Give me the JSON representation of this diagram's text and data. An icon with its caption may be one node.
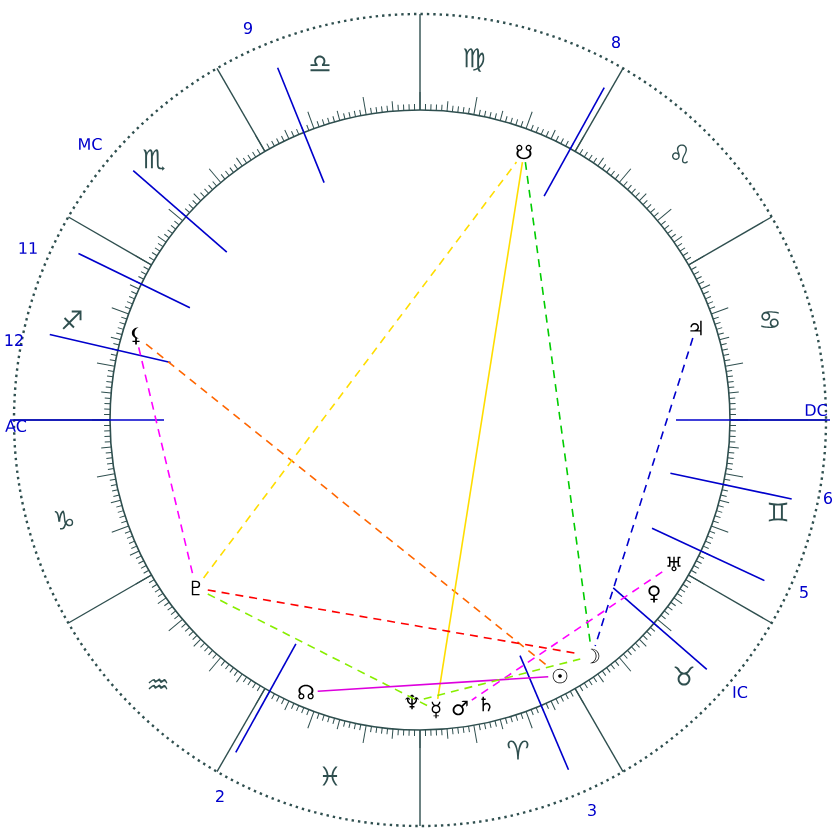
{
  "diagram": {
    "nodes": [
      {
        "text": [
          "☋"
        ]
      },
      {
        "text": [
          "⚸"
        ]
      },
      {
        "text": [
          "♃"
        ]
      },
      {
        "text": [
          "♅"
        ]
      },
      {
        "text": [
          "♀"
        ]
      },
      {
        "text": [
          "♇"
        ]
      },
      {
        "text": [
          "☽"
        ]
      },
      {
        "text": [
          "☉"
        ]
      },
      {
        "text": [
          "☊"
        ]
      },
      {
        "text": [
          "♆"
        ]
      },
      {
        "text": [
          "☿"
        ]
      },
      {
        "text": [
          "♂"
        ]
      },
      {
        "text": [
          "♄"
        ]
      }
    ],
    "edges": [
      {
        "from": 1,
        "to": 7,
        "arrow": "none",
        "style": "dashed",
        "color": "#ff6600"
      },
      {
        "from": 1,
        "to": 5,
        "arrow": "none",
        "style": "dashed",
        "color": "#ff00ff"
      },
      {
        "from": 5,
        "to": 0,
        "arrow": "none",
        "style": "dashed",
        "color": "#ffdd00"
      },
      {
        "from": 0,
        "to": 10,
        "arrow": "none",
        "color": "#ffdd00"
      },
      {
        "from": 0,
        "to": 6,
        "arrow": "none",
        "style": "dashed",
        "color": "#00cc00"
      },
      {
        "from": 2,
        "to": 6,
        "arrow": "none",
        "style": "dashed",
        "color": "#0000cc"
      },
      {
        "from": 5,
        "to": 6,
        "arrow": "none",
        "style": "dashed",
        "color": "#ff0000"
      },
      {
        "from": 5,
        "to": 10,
        "arrow": "none",
        "style": "dashed",
        "color": "#88ee00"
      },
      {
        "from": 8,
        "to": 7,
        "arrow": "none",
        "color": "#dd00dd"
      },
      {
        "from": 3,
        "to": 11,
        "arrow": "none",
        "style": "dashed",
        "color": "#ff00ff"
      },
      {
        "from": 9,
        "to": 6,
        "arrow": "none",
        "style": "dashed",
        "color": "#88ee00"
      }
    ],
    "labels": [
      "9",
      "♎",
      "♍",
      "8",
      "♌",
      "MC",
      "♏",
      "11",
      "♋",
      "♐",
      "12",
      "AC",
      "DC",
      "6",
      "♑",
      "♊",
      "5",
      "♉",
      "IC",
      "♒",
      "♈",
      "♓",
      "2",
      "3"
    ]
  }
}
